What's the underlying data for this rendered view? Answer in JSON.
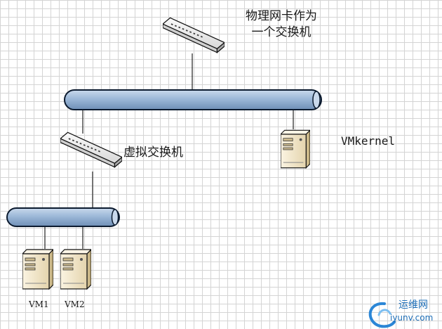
{
  "labels": {
    "physical_nic_line1": "物理网卡作为",
    "physical_nic_line2": "一个交换机",
    "virtual_switch": "虚拟交换机",
    "vmkernel": "VMkernel",
    "vm1": "VM1",
    "vm2": "VM2"
  },
  "watermark": {
    "cn": "运维网",
    "url": "iyunv.com"
  },
  "colors": {
    "bus_fill": "#a9c3de",
    "bus_stroke": "#0b1a2e",
    "switch_fill": "#f2f2f2",
    "server_fill": "#f5ebd2",
    "watermark": "#1e6fb8"
  }
}
